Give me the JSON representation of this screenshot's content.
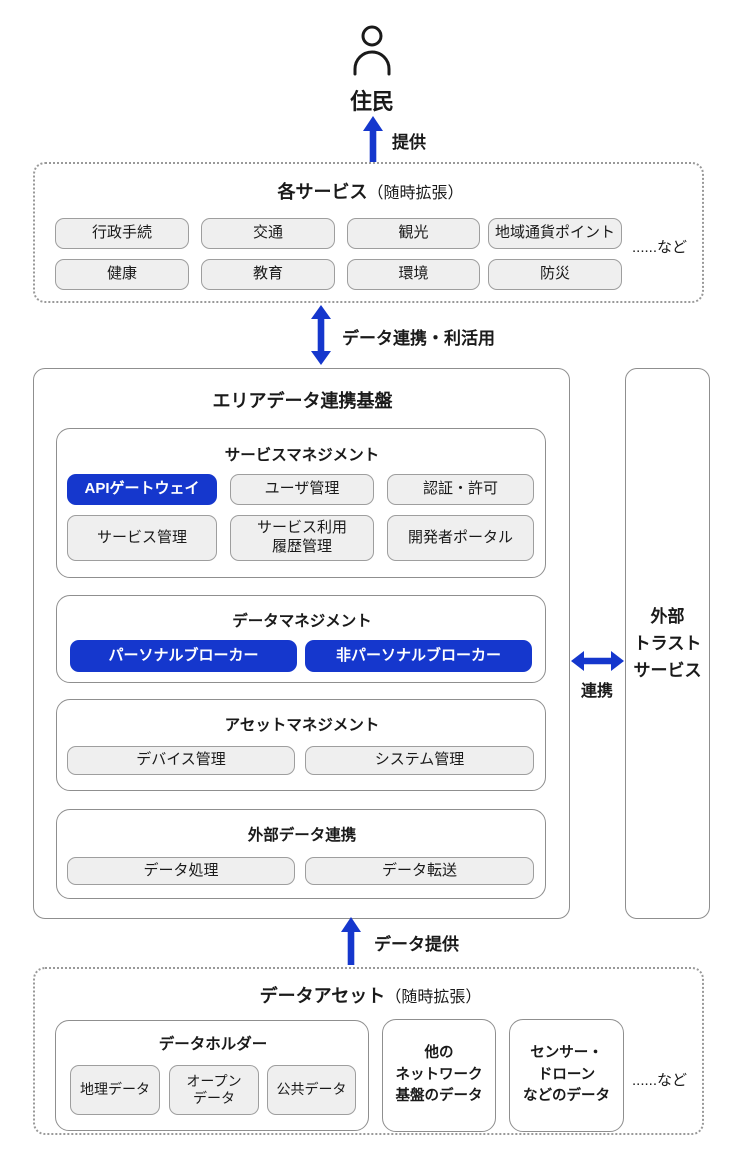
{
  "colors": {
    "accent": "#1537cd",
    "text": "#1a1a1a",
    "box_border": "#8f8f8f",
    "button_bg": "#efefef",
    "button_border": "#9e9e9e",
    "dotted_border": "#999999"
  },
  "top": {
    "user_label": "住民",
    "provide_arrow_label": "提供"
  },
  "services": {
    "title": "各サービス",
    "title_suffix": "（随時拡張）",
    "items": [
      "行政手続",
      "交通",
      "観光",
      "地域通貨ポイント",
      "健康",
      "教育",
      "環境",
      "防災"
    ],
    "etc": "......など"
  },
  "link_top_label": "データ連携・利活用",
  "platform": {
    "title": "エリアデータ連携基盤",
    "sections": [
      {
        "title": "サービスマネジメント",
        "buttons": [
          "APIゲートウェイ",
          "ユーザ管理",
          "認証・許可",
          "サービス管理",
          "サービス利用\n履歴管理",
          "開発者ポータル"
        ]
      },
      {
        "title": "データマネジメント",
        "buttons": [
          "パーソナルブローカー",
          "非パーソナルブローカー"
        ]
      },
      {
        "title": "アセットマネジメント",
        "buttons": [
          "デバイス管理",
          "システム管理"
        ]
      },
      {
        "title": "外部データ連携",
        "buttons": [
          "データ処理",
          "データ転送"
        ]
      }
    ]
  },
  "external_trust": {
    "label": "外部\nトラスト\nサービス",
    "link_label": "連携"
  },
  "data_provide_label": "データ提供",
  "data_assets": {
    "title": "データアセット",
    "title_suffix": "（随時拡張）",
    "holder": {
      "title": "データホルダー",
      "items": [
        "地理データ",
        "オープン\nデータ",
        "公共データ"
      ]
    },
    "other_boxes": [
      "他の\nネットワーク\n基盤のデータ",
      "センサー・\nドローン\nなどのデータ"
    ],
    "etc": "......など"
  }
}
